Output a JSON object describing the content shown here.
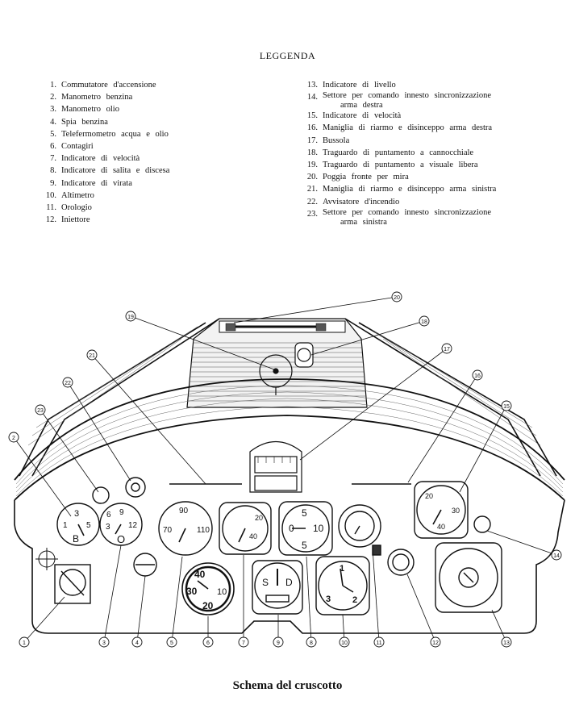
{
  "page_title": "LEGGENDA",
  "caption": "Schema del cruscotto",
  "legend_left": [
    {
      "num": "1.",
      "text": "Commutatore d'accensione"
    },
    {
      "num": "2.",
      "text": "Manometro benzina"
    },
    {
      "num": "3.",
      "text": "Manometro olio"
    },
    {
      "num": "4.",
      "text": "Spia benzina"
    },
    {
      "num": "5.",
      "text": "Telefermometro acqua e olio"
    },
    {
      "num": "6.",
      "text": "Contagiri"
    },
    {
      "num": "7.",
      "text": "Indicatore di velocità"
    },
    {
      "num": "8.",
      "text": "Indicatore di salita e discesa"
    },
    {
      "num": "9.",
      "text": "Indicatore di virata"
    },
    {
      "num": "10.",
      "text": "Altimetro"
    },
    {
      "num": "11.",
      "text": "Orologio"
    },
    {
      "num": "12.",
      "text": "Iniettore"
    }
  ],
  "legend_right": [
    {
      "num": "13.",
      "text": "Indicatore di livello"
    },
    {
      "num": "14.",
      "text": "Settore per comando innesto sincronizzazione",
      "cont": "arma destra"
    },
    {
      "num": "15.",
      "text": "Indicatore di velocità"
    },
    {
      "num": "16.",
      "text": "Maniglia di riarmo e disinceppo arma destra"
    },
    {
      "num": "17.",
      "text": "Bussola"
    },
    {
      "num": "18.",
      "text": "Traguardo di puntamento a cannocchiale"
    },
    {
      "num": "19.",
      "text": "Traguardo di puntamento a visuale libera"
    },
    {
      "num": "20.",
      "text": "Poggia fronte per mira"
    },
    {
      "num": "21.",
      "text": "Maniglia di riarmo e disinceppo arma sinistra"
    },
    {
      "num": "22.",
      "text": "Avvisatore d'incendio"
    },
    {
      "num": "23.",
      "text": "Settore per comando innesto sincronizzazione",
      "cont": "arma sinistra"
    }
  ],
  "callouts": {
    "c1": "1",
    "c2": "2",
    "c3": "3",
    "c4": "4",
    "c5": "5",
    "c6": "6",
    "c7": "7",
    "c8": "8",
    "c9": "9",
    "c10": "10",
    "c11": "11",
    "c12": "12",
    "c13": "13",
    "c14": "14",
    "c15": "15",
    "c16": "16",
    "c17": "17",
    "c18": "18",
    "c19": "19",
    "c20": "20",
    "c21": "21",
    "c22": "22",
    "c23": "23"
  },
  "gauge_labels": {
    "g2_3": "3",
    "g2_1": "1",
    "g2_5": "5",
    "g2_B": "B",
    "g3_6": "6",
    "g3_9": "9",
    "g3_3": "3",
    "g3_12": "12",
    "g3_O": "O",
    "g5_90": "90",
    "g5_70": "70",
    "g5_110": "110",
    "g6_40": "40",
    "g6_30": "30",
    "g6_10": "10",
    "g6_20": "20",
    "g8_5a": "5",
    "g8_0": "0",
    "g8_10": "10",
    "g8_5b": "5",
    "g9_S": "S",
    "g9_D": "D",
    "g10_1": "1",
    "g10_3": "3",
    "g10_2": "2",
    "g15_20": "20",
    "g15_30": "30",
    "g15_40": "40",
    "g7_40": "40",
    "g7_20": "20"
  }
}
